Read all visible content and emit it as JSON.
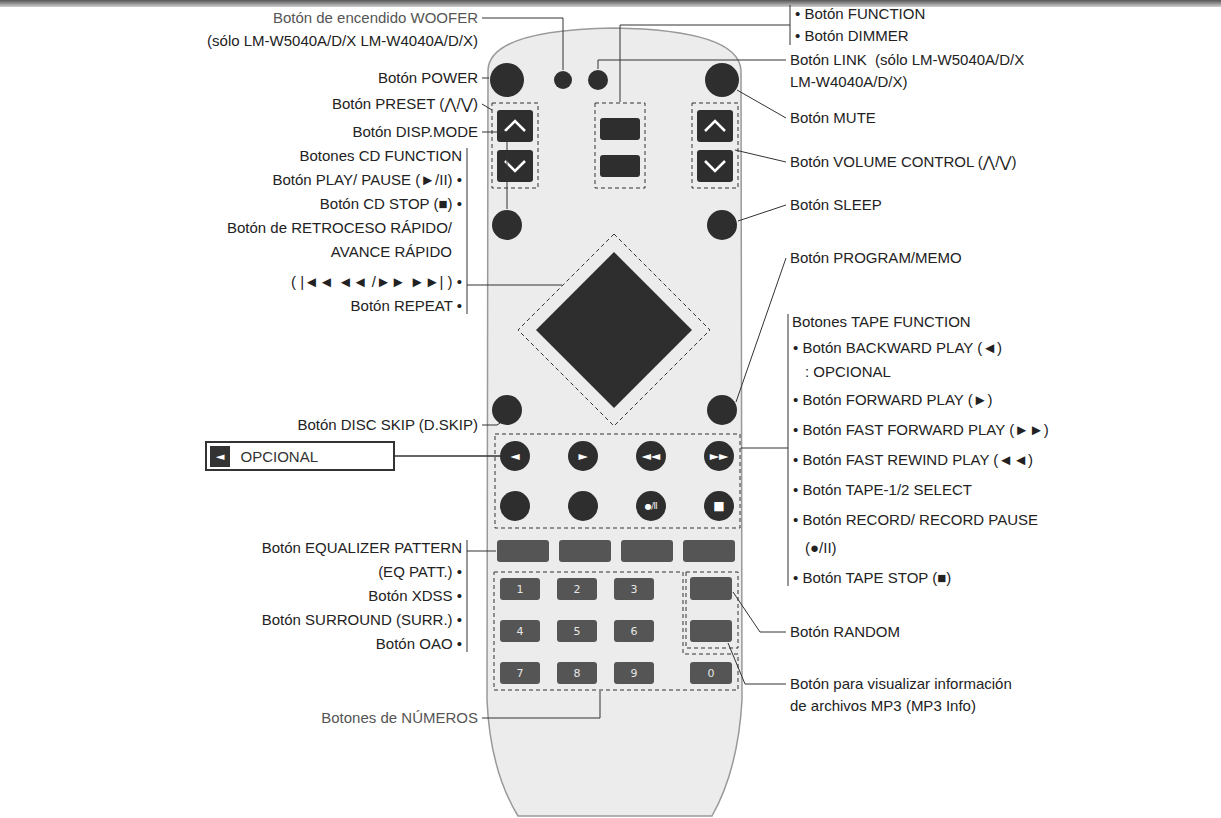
{
  "diagram": {
    "nodes": [
      {
        "text": [
          "◄",
          "OPCIONAL"
        ]
      },
      {
        "text": [
          "◄"
        ]
      },
      {
        "text": [
          "►"
        ]
      },
      {
        "text": [
          "◄◄"
        ]
      },
      {
        "text": [
          "►►"
        ]
      },
      {
        "text": [
          "●/II"
        ]
      },
      {
        "text": [
          "■"
        ]
      },
      {
        "text": [
          "1"
        ]
      },
      {
        "text": [
          "2"
        ]
      },
      {
        "text": [
          "3"
        ]
      },
      {
        "text": [
          "4"
        ]
      },
      {
        "text": [
          "5"
        ]
      },
      {
        "text": [
          "6"
        ]
      },
      {
        "text": [
          "7"
        ]
      },
      {
        "text": [
          "8"
        ]
      },
      {
        "text": [
          "9"
        ]
      },
      {
        "text": [
          "0"
        ]
      }
    ],
    "edges": [
      {
        "from": 0,
        "to": 1,
        "arrow": "none"
      }
    ],
    "labels": [
      "Botón de encendido WOOFER",
      "(sólo LM-W5040A/D/X LM-W4040A/D/X)",
      "Botón POWER",
      "Botón PRESET (⋀/⋁)",
      "Botón DISP.MODE",
      "Botones CD FUNCTION",
      "Botón PLAY/ PAUSE (►/II) •",
      "Botón CD STOP (■) •",
      "Botón de RETROCESO RÁPIDO/",
      "AVANCE RÁPIDO",
      "( |◄◄ ◄◄ /►► ►►| ) •",
      "Botón REPEAT •",
      "Botón DISC SKIP (D.SKIP)",
      "Botón EQUALIZER PATTERN",
      "(EQ PATT.) •",
      "Botón XDSS •",
      "Botón SURROUND (SURR.) •",
      "Botón OAO •",
      "Botones de NÚMEROS",
      "• Botón FUNCTION",
      "• Botón DIMMER",
      "Botón LINK  (sólo LM-W5040A/D/X",
      "LM-W4040A/D/X)",
      "Botón MUTE",
      "Botón VOLUME CONTROL (⋀/⋁)",
      "Botón SLEEP",
      "Botón PROGRAM/MEMO",
      "Botones TAPE FUNCTION",
      "• Botón BACKWARD PLAY (◄)",
      ": OPCIONAL",
      "• Botón FORWARD PLAY (►)",
      "• Botón FAST FORWARD PLAY (►►)",
      "• Botón FAST REWIND PLAY (◄◄)",
      "• Botón TAPE-1/2 SELECT",
      "• Botón RECORD/ RECORD PAUSE",
      "(●/II)",
      "• Botón TAPE STOP (■)",
      "Botón RANDOM",
      "Botón para visualizar información",
      "de archivos MP3 (MP3 Info)"
    ]
  }
}
